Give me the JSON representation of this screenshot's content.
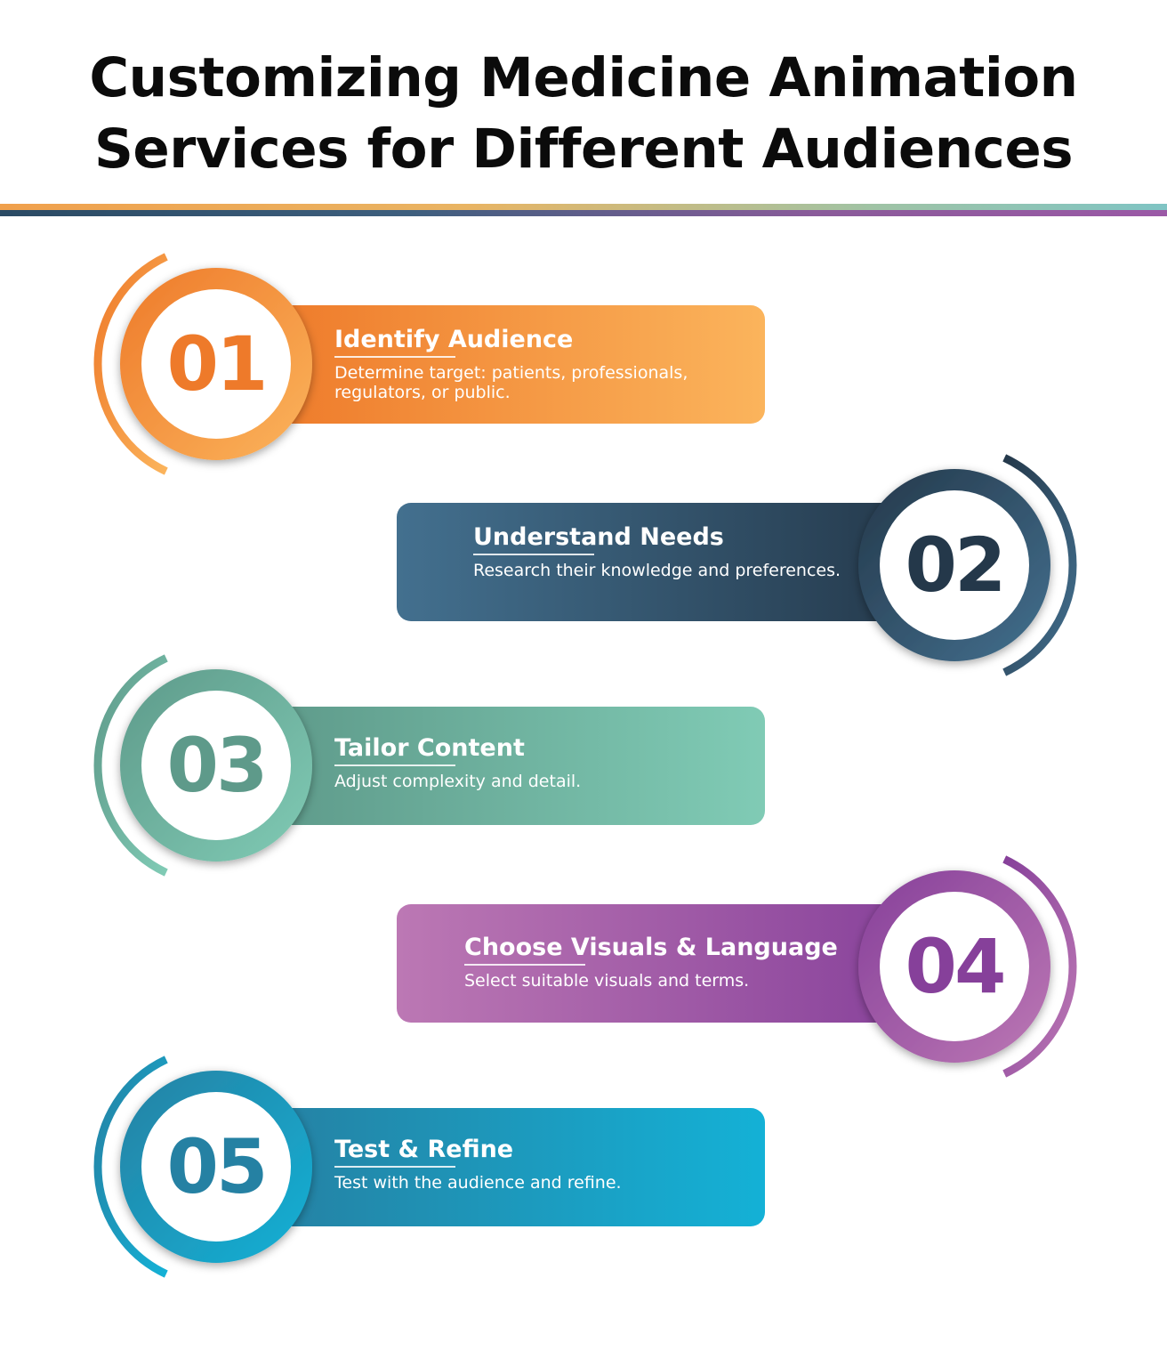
{
  "title": {
    "line1": "Customizing Medicine Animation",
    "line2": "Services for Different Audiences"
  },
  "steps": [
    {
      "number": "01",
      "heading": "Identify Audience",
      "description": "Determine target: patients, professionals, regulators, or public.",
      "side": "left",
      "colors": {
        "dark": "#ee7a2a",
        "light": "#fbb45c"
      }
    },
    {
      "number": "02",
      "heading": "Understand Needs",
      "description": "Research their knowledge and preferences.",
      "side": "right",
      "colors": {
        "dark": "#24384a",
        "light": "#43708f"
      }
    },
    {
      "number": "03",
      "heading": "Tailor Content",
      "description": "Adjust complexity and detail.",
      "side": "left",
      "colors": {
        "dark": "#5e9a8a",
        "light": "#80cbb5"
      }
    },
    {
      "number": "04",
      "heading": "Choose Visuals & Language",
      "description": "Select suitable visuals and terms.",
      "side": "right",
      "colors": {
        "dark": "#86409a",
        "light": "#bc78b4"
      }
    },
    {
      "number": "05",
      "heading": "Test & Refine",
      "description": "Test with the audience and refine.",
      "side": "left",
      "colors": {
        "dark": "#2581a3",
        "light": "#14b1d6"
      }
    }
  ]
}
